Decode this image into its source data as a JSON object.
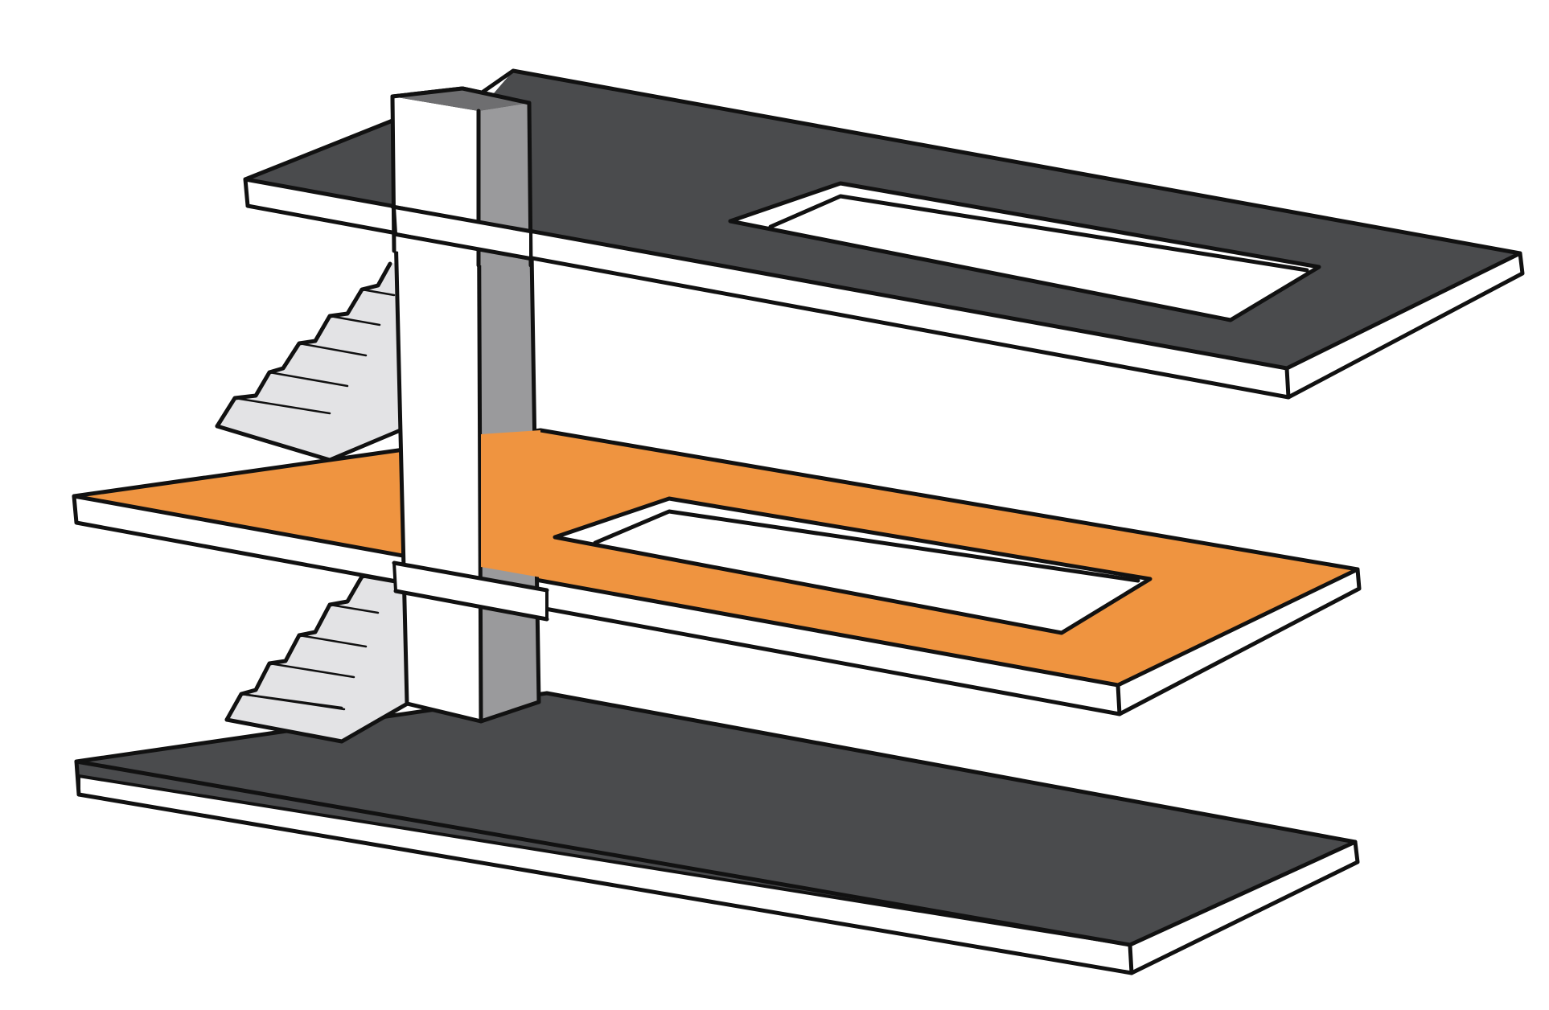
{
  "diagram": {
    "floors": [
      {
        "id": "top",
        "surface": "dark",
        "has_opening": true
      },
      {
        "id": "middle",
        "surface": "highlighted",
        "has_opening": true
      },
      {
        "id": "bottom",
        "surface": "dark",
        "has_opening": false
      }
    ],
    "stairs": [
      {
        "connects": [
          "middle",
          "top"
        ]
      },
      {
        "connects": [
          "bottom",
          "middle"
        ]
      }
    ],
    "column": {
      "spans": [
        "bottom",
        "top"
      ]
    }
  },
  "colors": {
    "dark_floor": "#4a4b4d",
    "highlight_floor": "#ef9440",
    "slab_edge": "#ffffff",
    "outline": "#111111",
    "column_front": "#ffffff",
    "column_side": "#9a9a9c",
    "column_top": "#6e6e70",
    "stair": "#e3e3e5",
    "background": "#ffffff"
  }
}
